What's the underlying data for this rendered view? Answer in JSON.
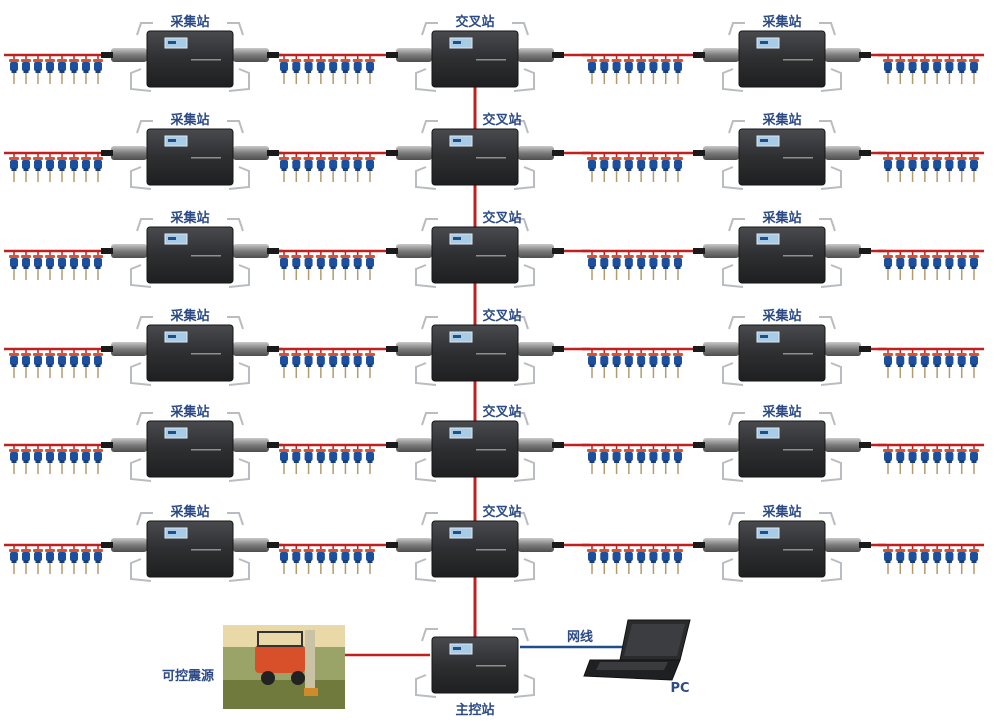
{
  "diagram": {
    "title": "",
    "colors": {
      "label": "#2b4a86",
      "seismic_cable": "#c0201e",
      "network_cable": "#1f4e8c",
      "geophone_body": "#1c4f9e",
      "geophone_cap": "#d9542a",
      "station_body": "#2e2f31"
    },
    "node_types": {
      "acquisition": "采集站",
      "crossover": "交叉站",
      "main_control": "主控站"
    },
    "rows": [
      {
        "left": "采集站",
        "center": "交叉站",
        "right": "采集站"
      },
      {
        "left": "采集站",
        "center": "交叉站",
        "right": "采集站"
      },
      {
        "left": "采集站",
        "center": "交叉站",
        "right": "采集站"
      },
      {
        "left": "采集站",
        "center": "交叉站",
        "right": "采集站"
      },
      {
        "left": "采集站",
        "center": "交叉站",
        "right": "采集站"
      },
      {
        "left": "采集站",
        "center": "交叉站",
        "right": "采集站"
      }
    ],
    "geophones_per_string": 8,
    "strings_per_row": 4,
    "bottom": {
      "source_label": "可控震源",
      "main_station_label": "主控站",
      "network_label": "网线",
      "pc_label": "PC"
    }
  }
}
